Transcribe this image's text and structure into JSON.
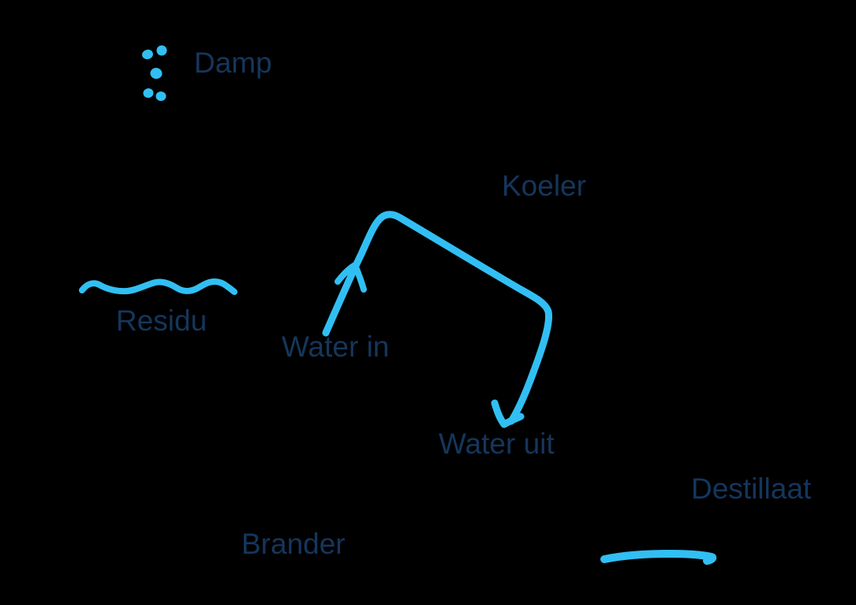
{
  "colors": {
    "background": "#000000",
    "ink": "#31BFF3",
    "text": "#15365C"
  },
  "labels": {
    "damp": "Damp",
    "koeler": "Koeler",
    "residu": "Residu",
    "water_in": "Water in",
    "water_uit": "Water uit",
    "destillaat": "Destillaat",
    "brander": "Brander"
  },
  "icons": {
    "vapor_dots": "vapor-bubbles",
    "residu_wave": "liquid-surface-wavy-line",
    "cooling_arrow": "curved-flow-arrow",
    "destillaat_line": "liquid-level-line"
  }
}
